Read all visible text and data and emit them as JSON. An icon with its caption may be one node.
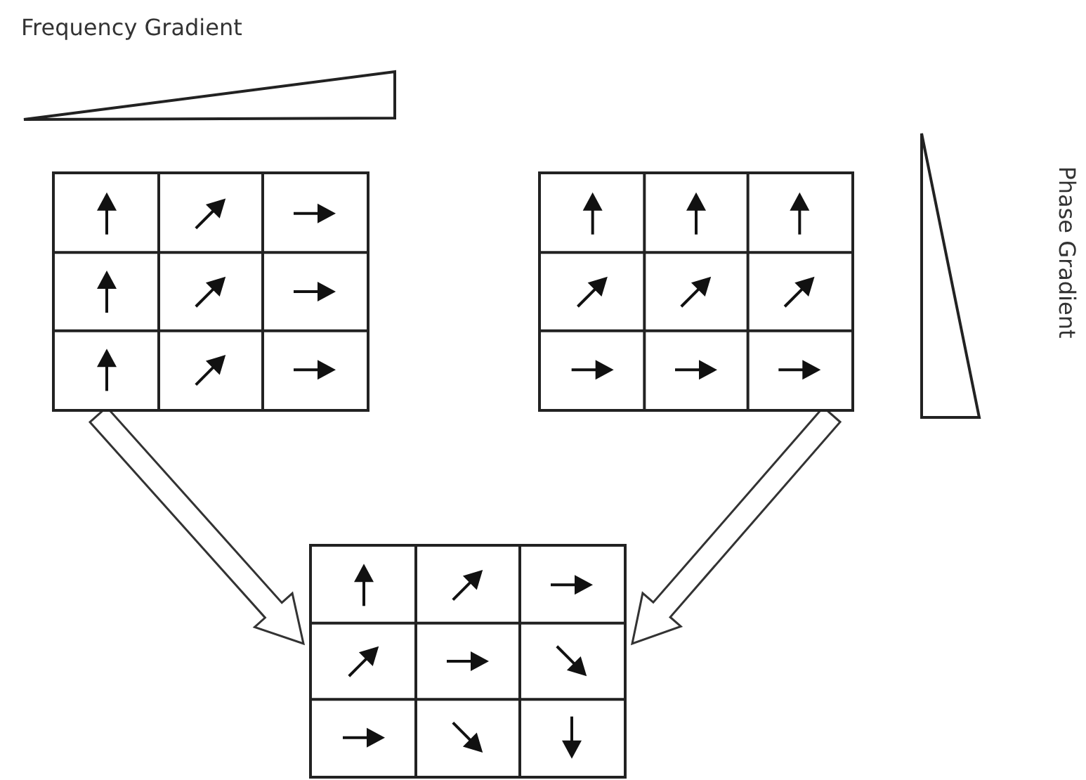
{
  "diagram": {
    "nodes": [
      {
        "text": [
          "Frequency Gradient"
        ]
      },
      {
        "text": [],
        "shape": "box"
      },
      {
        "text": [],
        "shape": "box"
      },
      {
        "text": [
          "Phase Gradient"
        ]
      },
      {
        "text": [],
        "shape": "box"
      }
    ],
    "edges": [
      {
        "from": 1,
        "to": 4,
        "arrow": "to"
      },
      {
        "from": 2,
        "to": 4,
        "arrow": "to"
      }
    ]
  }
}
